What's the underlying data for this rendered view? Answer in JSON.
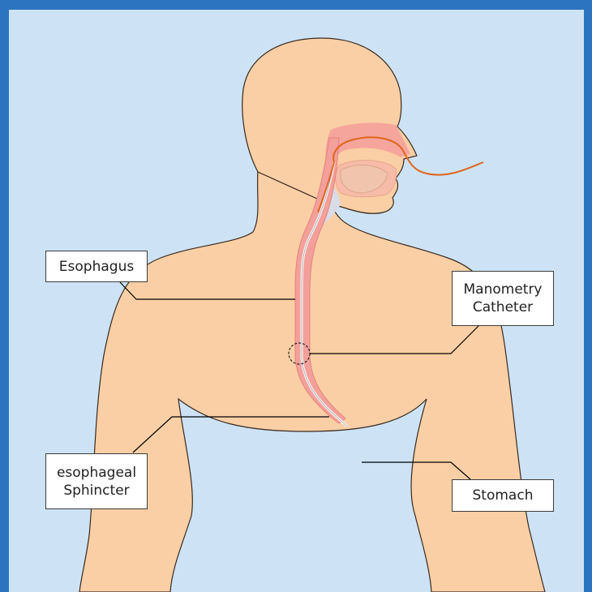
{
  "labels": {
    "esophagus": "Esophagus",
    "manometry_catheter": "Manometry\nCatheter",
    "esophageal_sphincter": "esophageal\nSphincter",
    "stomach": "Stomach"
  },
  "colors": {
    "frame": "#2c74c0",
    "background": "#cde3f5",
    "skin": "#fbcfa5",
    "outline": "#3a2a20",
    "esophagus": "#f4a09a",
    "catheter": "#e0651e",
    "leader_line": "#000000"
  }
}
